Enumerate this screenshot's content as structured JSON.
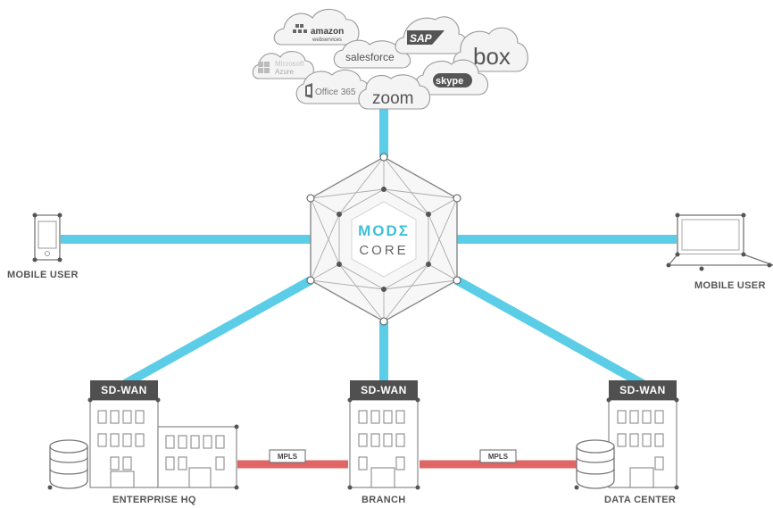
{
  "colors": {
    "link": "#5bcde6",
    "mpls_link": "#e06666",
    "badge_bg": "#505050",
    "hex_stroke": "#888888",
    "brand_teal": "#3fc1d8",
    "label": "#555555"
  },
  "cloud_services": {
    "amazon": "amazon",
    "amazon_sub": "webservices",
    "sap": "SAP",
    "box": "box",
    "azure_line1": "Microsoft",
    "azure_line2": "Azure",
    "salesforce": "salesforce",
    "skype": "skype",
    "office365": "Office 365",
    "zoom": "zoom"
  },
  "core": {
    "line1": "MODΣ",
    "line2": "CORE"
  },
  "nodes": {
    "mobile_user_left": "MOBILE USER",
    "mobile_user_right": "MOBILE USER",
    "enterprise_hq": "ENTERPRISE HQ",
    "branch": "BRANCH",
    "data_center": "DATA CENTER"
  },
  "badges": {
    "hq": "SD-WAN",
    "branch": "SD-WAN",
    "dc": "SD-WAN"
  },
  "links": {
    "mpls_left": "MPLS",
    "mpls_right": "MPLS"
  }
}
